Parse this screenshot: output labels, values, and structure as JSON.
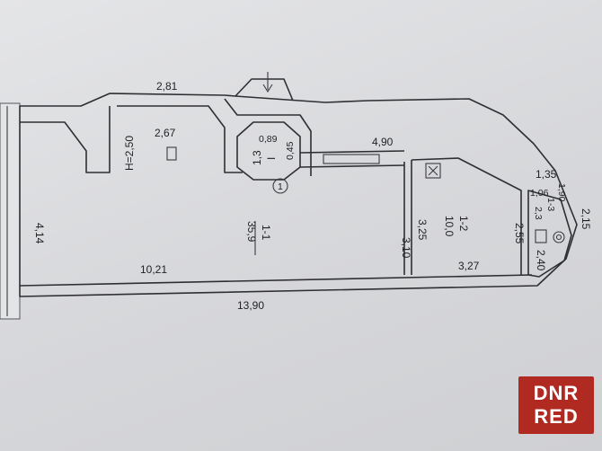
{
  "plan": {
    "labels": {
      "dim_top_left": "2,81",
      "room_height": "H=2,50",
      "dim_left_room_width": "2,67",
      "dim_small_room_w": "0,89",
      "dim_small_room_h": "0,45",
      "small_room_number": "I",
      "small_room_area": "1,3",
      "marker_circle": "1",
      "dim_corridor": "4,90",
      "dim_right_top": "1,35",
      "dim_left_wall": "4,14",
      "dim_room2_height_a": "3,10",
      "dim_room2_height_b": "3,25",
      "room2_number": "1-2",
      "room2_area": "10,0",
      "dim_room3_w": "1,06",
      "dim_room3_h": "1,90",
      "room3_number": "1-3",
      "room3_area": "2,3",
      "dim_room3_side": "2,55",
      "dim_room3_bottom": "2,40",
      "dim_right_wall": "2,15",
      "room1_number": "1-1",
      "room1_area": "35,9",
      "dim_bottom_inner": "10,21",
      "dim_bottom_room2": "3,27",
      "dim_total": "13,90"
    }
  },
  "watermark": {
    "line1": "DNR",
    "line2": "RED",
    "color": "#b02a22"
  }
}
